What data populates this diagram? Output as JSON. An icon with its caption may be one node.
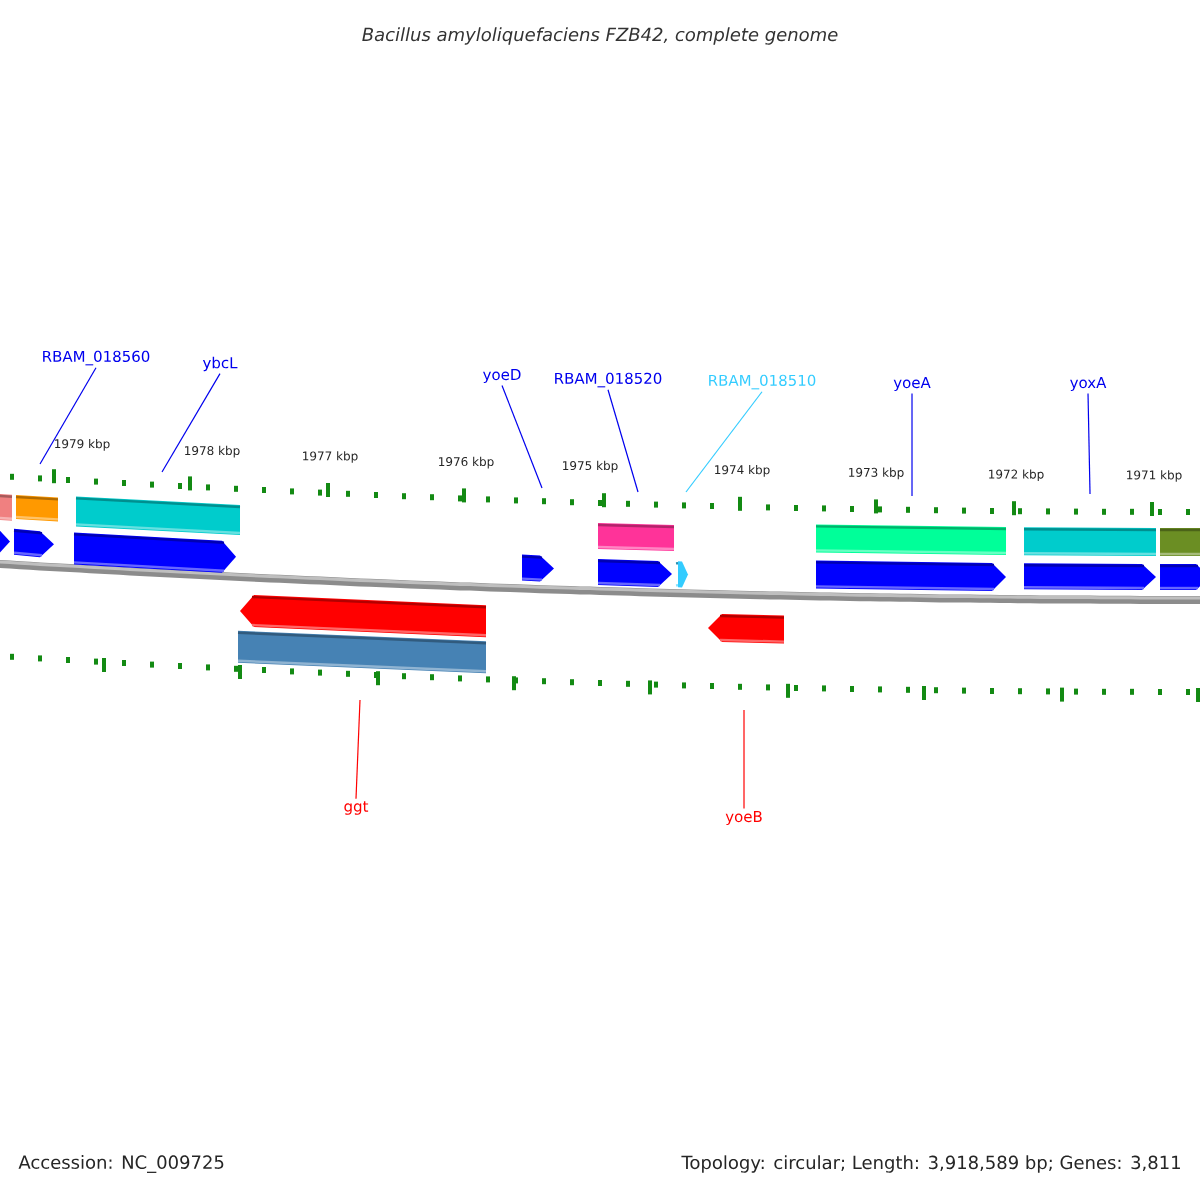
{
  "diagram": {
    "title": "Bacillus amyloliquefaciens FZB42, complete genome",
    "nodes": [
      {
        "text": [
          "RBAM_018560"
        ]
      },
      {
        "text": [
          "ybcL"
        ]
      },
      {
        "text": [
          "yoeD"
        ]
      },
      {
        "text": [
          "RBAM_018520"
        ]
      },
      {
        "text": [
          "RBAM_018510"
        ]
      },
      {
        "text": [
          "yoeA"
        ]
      },
      {
        "text": [
          "yoxA"
        ]
      },
      {
        "text": [
          "ggt"
        ]
      },
      {
        "text": [
          "yoeB"
        ]
      }
    ],
    "edges": [
      {
        "from": 0,
        "to": null,
        "arrow": "none"
      },
      {
        "from": 1,
        "to": null,
        "arrow": "none"
      },
      {
        "from": 2,
        "to": null,
        "arrow": "none"
      },
      {
        "from": 3,
        "to": null,
        "arrow": "none"
      },
      {
        "from": 4,
        "to": null,
        "arrow": "none",
        "color": "#33ccff"
      },
      {
        "from": 5,
        "to": null,
        "arrow": "none"
      },
      {
        "from": 6,
        "to": null,
        "arrow": "none"
      },
      {
        "from": 7,
        "to": null,
        "arrow": "none",
        "color": "#ff0000"
      },
      {
        "from": 8,
        "to": null,
        "arrow": "none",
        "color": "#ff0000"
      }
    ],
    "labels": [
      "1979 kbp",
      "1978 kbp",
      "1977 kbp",
      "1976 kbp",
      "1975 kbp",
      "1974 kbp",
      "1973 kbp",
      "1972 kbp",
      "1971 kbp",
      "Accession: NC_009725",
      "Topology: circular; Length: 3,918,589 bp; Genes: 3,811"
    ]
  }
}
